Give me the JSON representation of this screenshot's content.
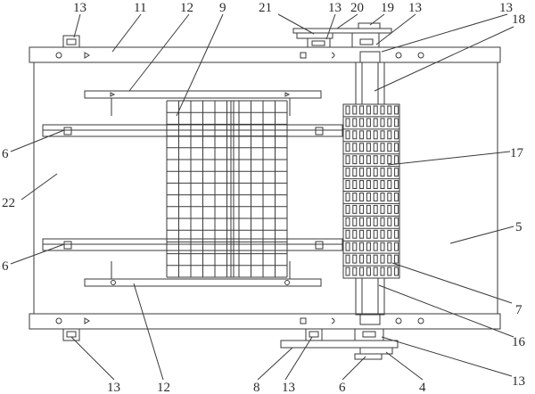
{
  "labels": {
    "l13_top_left": "13",
    "l11": "11",
    "l12_top": "12",
    "l9": "9",
    "l21": "21",
    "l13_top_mid": "13",
    "l20": "20",
    "l19": "19",
    "l13_top_right_a": "13",
    "l13_top_right_b": "13",
    "l18": "18",
    "l6_upper": "6",
    "l17": "17",
    "l22": "22",
    "l5": "5",
    "l6_lower": "6",
    "l7": "7",
    "l16": "16",
    "l13_bottom_right": "13",
    "l13_bottom_left": "13",
    "l12_bottom": "12",
    "l8": "8",
    "l13_bottom_mid": "13",
    "l6_bottom": "6",
    "l4": "4"
  }
}
